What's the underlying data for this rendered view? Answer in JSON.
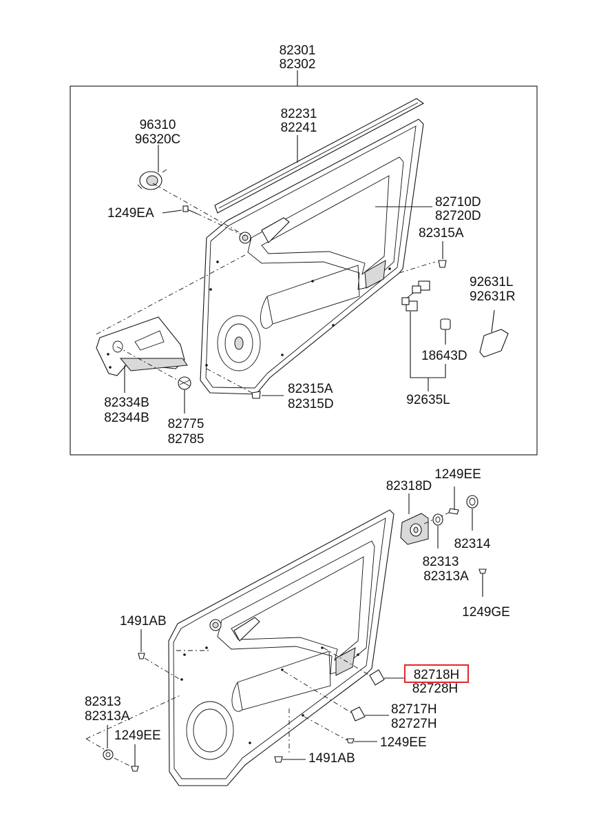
{
  "diagram": {
    "highlight_color": "#e0262b",
    "labels": {
      "assembly_top": [
        "82301",
        "82302"
      ],
      "molding": [
        "82231",
        "82241"
      ],
      "speaker_tweeter": [
        "96310",
        "96320C"
      ],
      "screw_1249ea": "1249EA",
      "handle_trim": [
        "82710D",
        "82720D"
      ],
      "clip_82315a_top": "82315A",
      "cover": [
        "92631L",
        "92631R"
      ],
      "plug": "18643D",
      "wiring": "92635L",
      "clip_bottom": [
        "82315A",
        "82315D"
      ],
      "bracket": [
        "82334B",
        "82344B"
      ],
      "grommet": [
        "82775",
        "82785"
      ],
      "bracket_82318d": "82318D",
      "screw_1249ee_top": "1249EE",
      "cap_82314": "82314",
      "retainer_top": [
        "82313",
        "82313A"
      ],
      "screw_1249ge": "1249GE",
      "screw_1491ab_left": "1491AB",
      "retainer_left": [
        "82313",
        "82313A"
      ],
      "screw_1249ee_left": "1249EE",
      "pad_82718h": [
        "82718H",
        "82728H"
      ],
      "pad_82717h": [
        "82717H",
        "82727H"
      ],
      "screw_1249ee_mid": "1249EE",
      "screw_1491ab_bottom": "1491AB"
    }
  }
}
